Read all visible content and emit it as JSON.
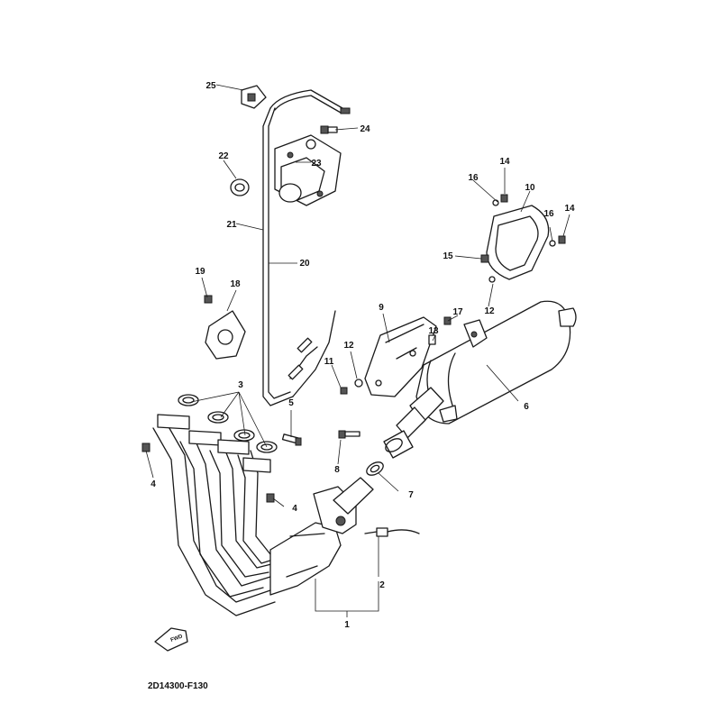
{
  "diagram": {
    "code": "2D14300-F130",
    "fwd_label": "FWD",
    "callouts": [
      "1",
      "2",
      "3",
      "4",
      "4",
      "5",
      "6",
      "7",
      "8",
      "9",
      "10",
      "11",
      "12",
      "12",
      "13",
      "14",
      "14",
      "15",
      "16",
      "16",
      "17",
      "18",
      "19",
      "20",
      "21",
      "22",
      "23",
      "24",
      "25"
    ]
  }
}
